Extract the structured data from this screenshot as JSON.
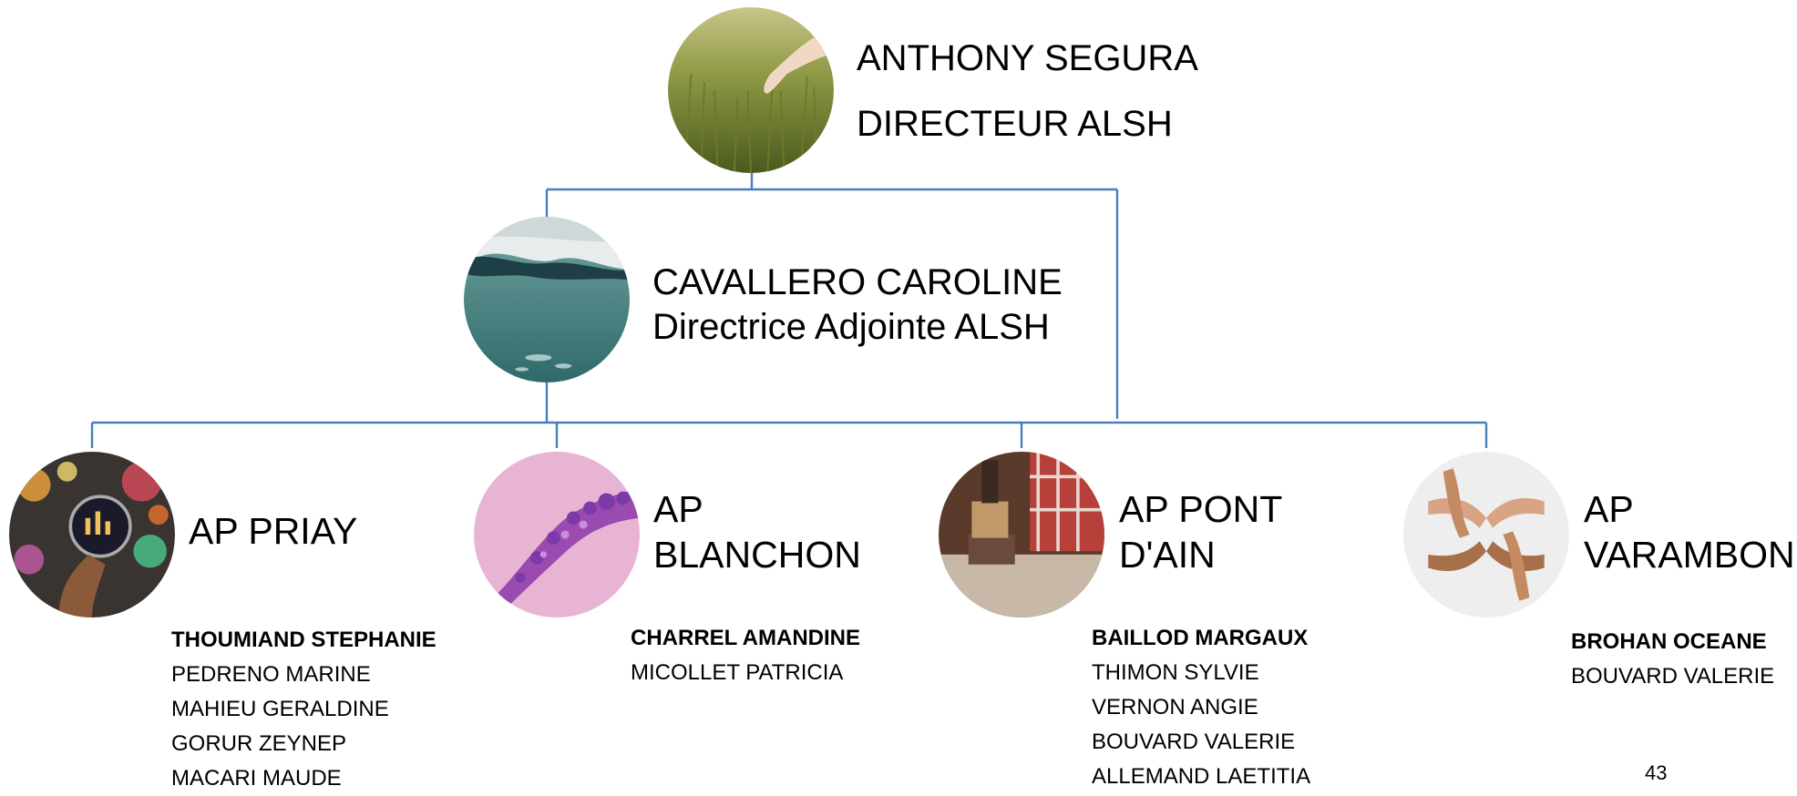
{
  "director": {
    "name": "ANTHONY SEGURA",
    "role": "DIRECTEUR ALSH",
    "image": "hand-in-wheat-field"
  },
  "deputy": {
    "name": "CAVALLERO CAROLINE",
    "role": "Directrice Adjointe ALSH",
    "image": "glacier-water"
  },
  "sites": [
    {
      "title_line1": "AP PRIAY",
      "title_line2": "",
      "image": "magnifying-glass-city-lights",
      "staff": [
        "THOUMIAND STEPHANIE",
        "PEDRENO MARINE",
        "MAHIEU GERALDINE",
        "GORUR ZEYNEP",
        "MACARI MAUDE"
      ]
    },
    {
      "title_line1": "AP",
      "title_line2": "BLANCHON",
      "image": "purple-plant-on-pink",
      "staff": [
        "CHARREL AMANDINE",
        "MICOLLET PATRICIA"
      ]
    },
    {
      "title_line1": "AP PONT",
      "title_line2": "D'AIN",
      "image": "paintbrush",
      "staff": [
        "BAILLOD MARGAUX",
        "THIMON SYLVIE",
        "VERNON ANGIE",
        "BOUVARD VALERIE",
        "ALLEMAND LAETITIA"
      ]
    },
    {
      "title_line1": "AP",
      "title_line2": "VARAMBON",
      "image": "joined-hands-circle",
      "staff": [
        "BROHAN OCEANE",
        "BOUVARD VALERIE"
      ]
    }
  ],
  "colors": {
    "connector": "#4a7ebb"
  },
  "page_number": "43"
}
